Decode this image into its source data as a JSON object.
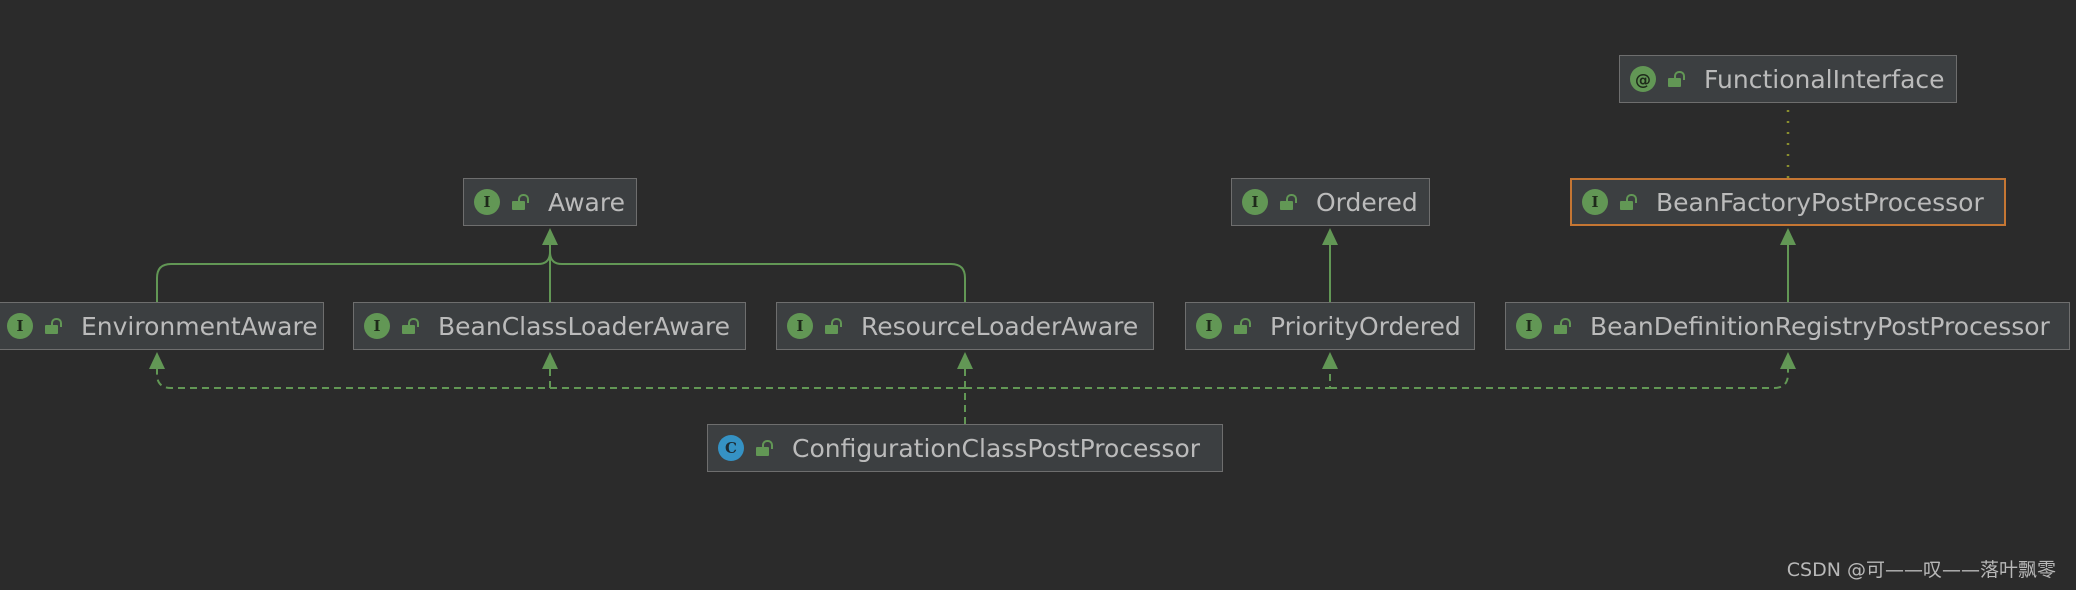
{
  "colors": {
    "background": "#2b2b2b",
    "node_fill": "#3c3f41",
    "node_border": "#6e6e6e",
    "highlight_border": "#c57633",
    "edge_green": "#629755",
    "text": "#bbbbbb"
  },
  "nodes": {
    "functional_interface": {
      "label": "FunctionalInterface",
      "kind": "annotation",
      "badge": "@"
    },
    "aware": {
      "label": "Aware",
      "kind": "interface",
      "badge": "I"
    },
    "ordered": {
      "label": "Ordered",
      "kind": "interface",
      "badge": "I"
    },
    "bean_factory_post_processor": {
      "label": "BeanFactoryPostProcessor",
      "kind": "interface",
      "badge": "I"
    },
    "environment_aware": {
      "label": "EnvironmentAware",
      "kind": "interface",
      "badge": "I"
    },
    "bean_class_loader_aware": {
      "label": "BeanClassLoaderAware",
      "kind": "interface",
      "badge": "I"
    },
    "resource_loader_aware": {
      "label": "ResourceLoaderAware",
      "kind": "interface",
      "badge": "I"
    },
    "priority_ordered": {
      "label": "PriorityOrdered",
      "kind": "interface",
      "badge": "I"
    },
    "bean_definition_registry_post_processor": {
      "label": "BeanDefinitionRegistryPostProcessor",
      "kind": "interface",
      "badge": "I"
    },
    "configuration_class_post_processor": {
      "label": "ConfigurationClassPostProcessor",
      "kind": "class",
      "badge": "C"
    }
  },
  "edges": [
    {
      "from": "environment_aware",
      "to": "aware",
      "type": "extends"
    },
    {
      "from": "bean_class_loader_aware",
      "to": "aware",
      "type": "extends"
    },
    {
      "from": "resource_loader_aware",
      "to": "aware",
      "type": "extends"
    },
    {
      "from": "priority_ordered",
      "to": "ordered",
      "type": "extends"
    },
    {
      "from": "bean_definition_registry_post_processor",
      "to": "bean_factory_post_processor",
      "type": "extends"
    },
    {
      "from": "bean_factory_post_processor",
      "to": "functional_interface",
      "type": "annotated"
    },
    {
      "from": "configuration_class_post_processor",
      "to": "environment_aware",
      "type": "implements"
    },
    {
      "from": "configuration_class_post_processor",
      "to": "bean_class_loader_aware",
      "type": "implements"
    },
    {
      "from": "configuration_class_post_processor",
      "to": "resource_loader_aware",
      "type": "implements"
    },
    {
      "from": "configuration_class_post_processor",
      "to": "priority_ordered",
      "type": "implements"
    },
    {
      "from": "configuration_class_post_processor",
      "to": "bean_definition_registry_post_processor",
      "type": "implements"
    }
  ],
  "watermark": "CSDN @可——叹——落叶飘零"
}
